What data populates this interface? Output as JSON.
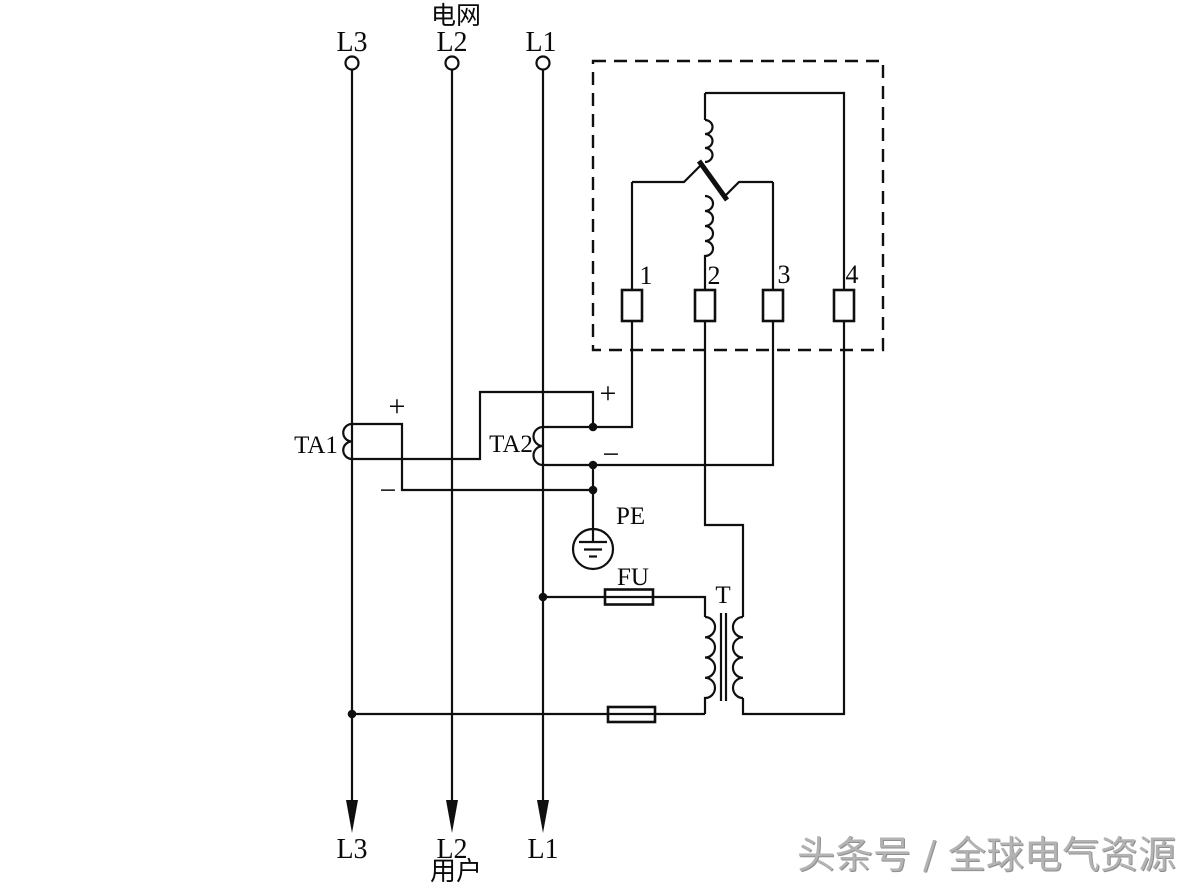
{
  "labels": {
    "grid": "电网",
    "user": "用户",
    "phase_top": [
      "L3",
      "L2",
      "L1"
    ],
    "phase_bottom": [
      "L3",
      "L2",
      "L1"
    ],
    "ct1": "TA1",
    "ct1_plus": "+",
    "ct1_minus": "−",
    "ct2": "TA2",
    "ct2_plus": "+",
    "ct2_minus": "−",
    "pe": "PE",
    "fuse": "FU",
    "transformer": "T",
    "meter_terminals": [
      "1",
      "2",
      "3",
      "4"
    ],
    "watermark": "头条号 / 全球电气资源"
  },
  "colors": {
    "line": "#0f0f0f",
    "background": "#ffffff",
    "watermark": "#b3b3b3"
  }
}
